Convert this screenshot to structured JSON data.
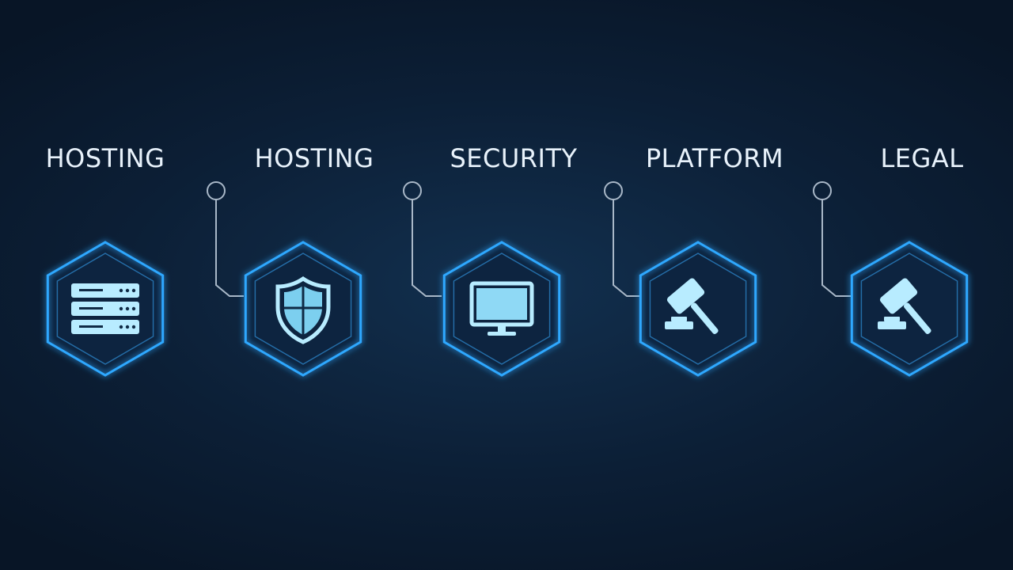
{
  "colors": {
    "background": "#0c1f36",
    "accent": "#2ea8ff",
    "accent_glow": "#5cc4ff",
    "icon": "#b8ecff",
    "label": "#e8f2fb"
  },
  "steps": [
    {
      "label": "HOSTING",
      "icon": "server-icon"
    },
    {
      "label": "HOSTING",
      "icon": "shield-icon"
    },
    {
      "label": "SECURITY",
      "icon": "monitor-icon"
    },
    {
      "label": "PLATFORM",
      "icon": "gavel-icon"
    },
    {
      "label": "LEGAL",
      "icon": "gavel-icon"
    }
  ]
}
